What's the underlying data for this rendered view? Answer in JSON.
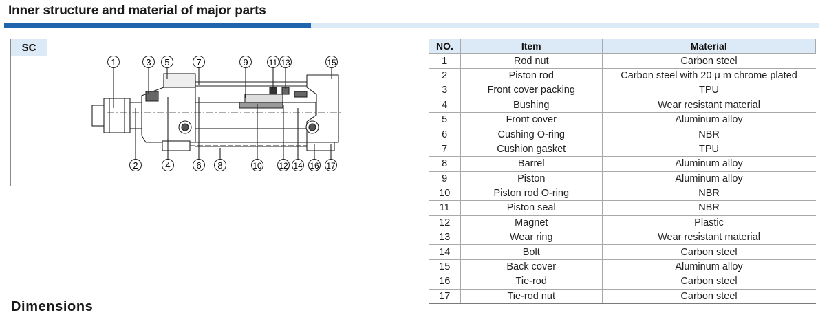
{
  "title": "Inner structure and material of major parts",
  "drawing": {
    "label": "SC",
    "top_callouts": [
      "1",
      "3",
      "5",
      "7",
      "9",
      "11",
      "13",
      "15"
    ],
    "bottom_callouts": [
      "2",
      "4",
      "6",
      "8",
      "10",
      "12",
      "14",
      "16",
      "17"
    ]
  },
  "parts_table": {
    "headers": [
      "NO.",
      "Item",
      "Material"
    ],
    "rows": [
      [
        "1",
        "Rod nut",
        "Carbon steel"
      ],
      [
        "2",
        "Piston rod",
        "Carbon steel with 20 μ m chrome plated"
      ],
      [
        "3",
        "Front cover packing",
        "TPU"
      ],
      [
        "4",
        "Bushing",
        "Wear resistant material"
      ],
      [
        "5",
        "Front cover",
        "Aluminum alloy"
      ],
      [
        "6",
        "Cushing O-ring",
        "NBR"
      ],
      [
        "7",
        "Cushion gasket",
        "TPU"
      ],
      [
        "8",
        "Barrel",
        "Aluminum alloy"
      ],
      [
        "9",
        "Piston",
        "Aluminum alloy"
      ],
      [
        "10",
        "Piston rod O-ring",
        "NBR"
      ],
      [
        "11",
        "Piston seal",
        "NBR"
      ],
      [
        "12",
        "Magnet",
        "Plastic"
      ],
      [
        "13",
        "Wear ring",
        "Wear resistant material"
      ],
      [
        "14",
        "Bolt",
        "Carbon steel"
      ],
      [
        "15",
        "Back cover",
        "Aluminum alloy"
      ],
      [
        "16",
        "Tie-rod",
        "Carbon steel"
      ],
      [
        "17",
        "Tie-rod nut",
        "Carbon steel"
      ]
    ]
  },
  "section_next": "Dimensions",
  "colors": {
    "accent": "#1f64ad",
    "header_bg": "#dce9f6"
  }
}
